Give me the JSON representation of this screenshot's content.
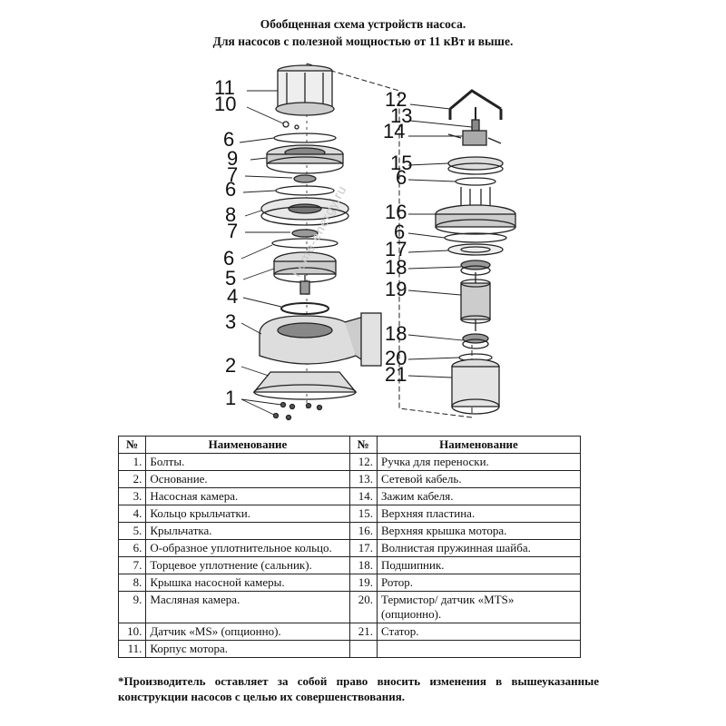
{
  "title": {
    "line1": "Обобщенная схема устройств насоса.",
    "line2": "Для насосов с полезной мощностью от 11 кВт и выше."
  },
  "diagram": {
    "callouts_left": [
      "11",
      "10",
      "6",
      "9",
      "7",
      "6",
      "8",
      "7",
      "6",
      "5",
      "4",
      "3",
      "2",
      "1"
    ],
    "callouts_right": [
      "12",
      "13",
      "14",
      "15",
      "6",
      "16",
      "6",
      "17",
      "18",
      "19",
      "18",
      "20",
      "21"
    ],
    "watermark": "home-energy.ru"
  },
  "table": {
    "headers": [
      "№",
      "Наименование",
      "№",
      "Наименование"
    ],
    "rows": [
      {
        "n1": "1.",
        "name1": "Болты.",
        "n2": "12.",
        "name2": "Ручка для переноски."
      },
      {
        "n1": "2.",
        "name1": "Основание.",
        "n2": "13.",
        "name2": "Сетевой кабель."
      },
      {
        "n1": "3.",
        "name1": "Насосная камера.",
        "n2": "14.",
        "name2": "Зажим кабеля."
      },
      {
        "n1": "4.",
        "name1": "Кольцо крыльчатки.",
        "n2": "15.",
        "name2": "Верхняя пластина."
      },
      {
        "n1": "5.",
        "name1": "Крыльчатка.",
        "n2": "16.",
        "name2": "Верхняя крышка мотора."
      },
      {
        "n1": "6.",
        "name1": "О-образное уплотнительное кольцо.",
        "n2": "17.",
        "name2": "Волнистая пружинная шайба."
      },
      {
        "n1": "7.",
        "name1": "Торцевое уплотнение (сальник).",
        "n2": "18.",
        "name2": "Подшипник."
      },
      {
        "n1": "8.",
        "name1": "Крышка насосной камеры.",
        "n2": "19.",
        "name2": "Ротор."
      },
      {
        "n1": "9.",
        "name1": "Масляная камера.",
        "n2": "20.",
        "name2": "Термистор/ датчик «MTS» (опционно)."
      },
      {
        "n1": "10.",
        "name1": "Датчик «MS» (опционно).",
        "n2": "21.",
        "name2": "Статор."
      },
      {
        "n1": "11.",
        "name1": "Корпус мотора.",
        "n2": "",
        "name2": ""
      }
    ]
  },
  "footnote": "*Производитель оставляет за собой право вносить изменения в вышеуказанные конструкции насосов с целью их совершенствования."
}
